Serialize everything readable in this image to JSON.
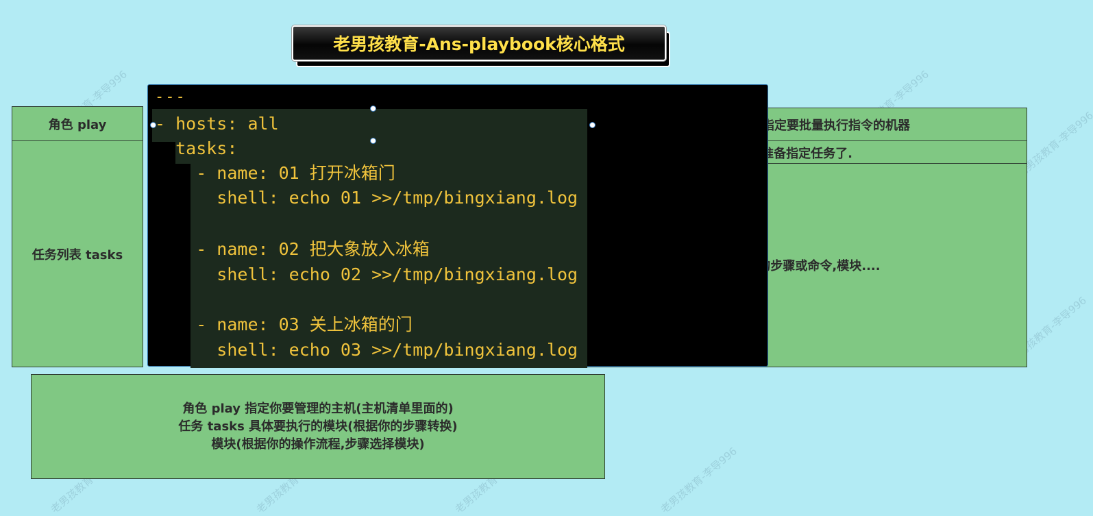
{
  "title": "老男孩教育-Ans-playbook核心格式",
  "code_lines": [
    "---",
    "- hosts: all",
    "  tasks:",
    "    - name: 01 打开冰箱门",
    "      shell: echo 01 >>/tmp/bingxiang.log",
    "    - name: 02 把大象放入冰箱",
    "      shell: echo 02 >>/tmp/bingxiang.log",
    "    - name: 03 关上冰箱的门",
    "      shell: echo 03 >>/tmp/bingxiang.log"
  ],
  "left_labels": {
    "play": "角色 play",
    "tasks": "任务列表 tasks"
  },
  "right_notes": {
    "hosts": "指定角色, 指定要批量执行指令的机器",
    "tasks": "准备指定任务了.",
    "steps": "具体的步骤或命令,模块...."
  },
  "summary": [
    "角色 play 指定你要管理的主机(主机清单里面的)",
    "任务 tasks 具体要执行的模块(根据你的步骤转换)",
    "模块(根据你的操作流程,步骤选择模块)"
  ],
  "watermark": "老男孩教育-李导996",
  "colors": {
    "background": "#b3ebf4",
    "box_fill": "#80c883",
    "code_text": "#f0c33c",
    "title_text": "#ffe04a"
  }
}
